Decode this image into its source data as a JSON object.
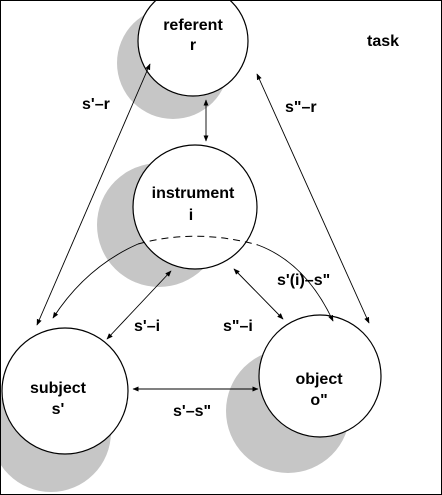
{
  "colors": {
    "stroke": "#000000",
    "shadow": "#c6c6c6",
    "fill": "#ffffff"
  },
  "task_label": "task",
  "nodes": {
    "referent": {
      "name": "referent",
      "symbol": "r"
    },
    "instrument": {
      "name": "instrument",
      "symbol": "i"
    },
    "subject": {
      "name": "subject",
      "symbol": "s'"
    },
    "object": {
      "name": "object",
      "symbol": "o\""
    }
  },
  "edges": {
    "subject_referent": "s'–r",
    "object_referent": "s\"–r",
    "subject_instrument": "s'–i",
    "object_instrument": "s\"–i",
    "subject_object": "s'–s\"",
    "mediated": "s'(i)–s\""
  }
}
